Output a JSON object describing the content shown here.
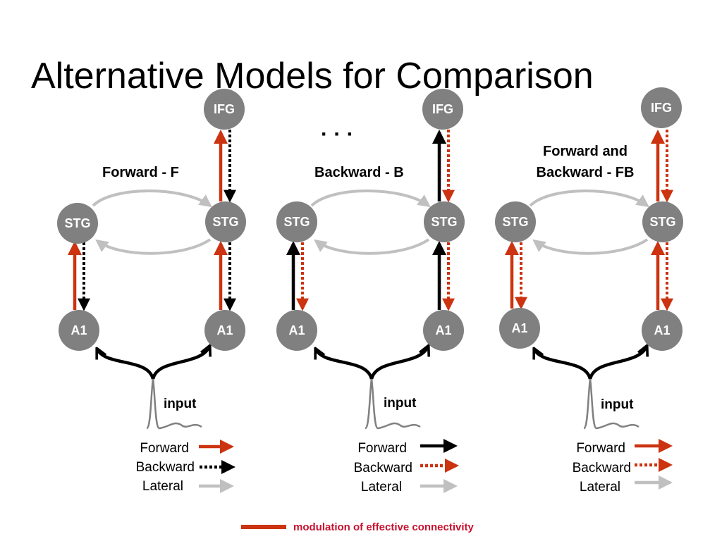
{
  "title": "Alternative Models for Comparison",
  "ellipsis": "· · ·",
  "colors": {
    "modulation": "#cc3311",
    "node": "#808080",
    "backward": "#000000",
    "lateral": "#c0c0c0",
    "signal": "#808080"
  },
  "nodes": {
    "ifg": "IFG",
    "stg": "STG",
    "a1": "A1"
  },
  "input_label": "input",
  "models": [
    {
      "name": "Forward  - F",
      "name_lines": [
        "Forward  - F"
      ]
    },
    {
      "name": "Backward - B",
      "name_lines": [
        "Backward - B"
      ]
    },
    {
      "name": "Forward and Backward - FB",
      "name_lines": [
        "Forward and",
        "Backward - FB"
      ]
    }
  ],
  "legend": {
    "forward": "Forward",
    "backward": "Backward",
    "lateral": "Lateral"
  },
  "footer": {
    "modulation_label": "modulation of effective connectivity"
  }
}
